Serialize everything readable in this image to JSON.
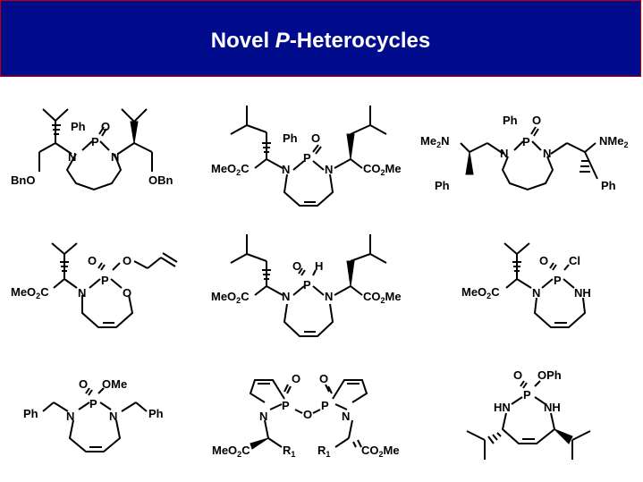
{
  "title": {
    "prefix": "Novel ",
    "italic": "P",
    "suffix": "-Heterocycles"
  },
  "colors": {
    "title_background": "#000c8c",
    "title_border": "#c00000",
    "title_text": "#ffffff"
  },
  "structures": [
    {
      "labels": [
        "Ph",
        "O",
        "P",
        "N",
        "N",
        "BnO",
        "OBn"
      ]
    },
    {
      "labels": [
        "Ph",
        "O",
        "P",
        "N",
        "N",
        "MeO2C",
        "CO2Me"
      ]
    },
    {
      "labels": [
        "Ph",
        "O",
        "P",
        "N",
        "N",
        "Me2N",
        "NMe2",
        "Ph",
        "Ph"
      ]
    },
    {
      "labels": [
        "O",
        "P",
        "O",
        "O",
        "N",
        "MeO2C"
      ]
    },
    {
      "labels": [
        "O",
        "P",
        "H",
        "N",
        "N",
        "MeO2C",
        "CO2Me"
      ]
    },
    {
      "labels": [
        "O",
        "P",
        "Cl",
        "N",
        "NH",
        "MeO2C"
      ]
    },
    {
      "labels": [
        "O",
        "P",
        "OMe",
        "N",
        "N",
        "Ph",
        "Ph"
      ]
    },
    {
      "labels": [
        "O",
        "P",
        "O",
        "O",
        "P",
        "N",
        "N",
        "MeO2C",
        "R1",
        "R1",
        "CO2Me"
      ]
    },
    {
      "labels": [
        "O",
        "P",
        "OPh",
        "HN",
        "NH"
      ]
    }
  ]
}
